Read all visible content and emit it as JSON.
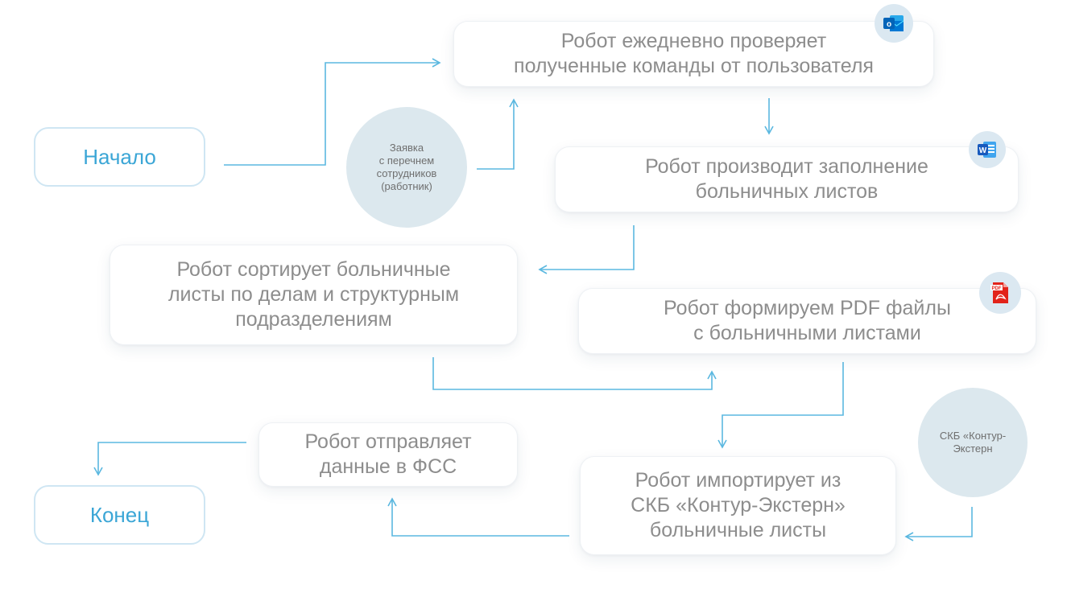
{
  "nodes": {
    "start": "Начало",
    "end": "Конец",
    "step_check": "Робот ежедневно проверяет\nполученные команды от пользователя",
    "step_fill": "Робот производит заполнение\nбольничных листов",
    "step_sort": "Робот сортирует больничные\nлисты по делам и структурным\nподразделениям",
    "step_pdf": "Робот формируем PDF файлы\nс больничными листами",
    "step_import": "Робот импортирует из\nСКБ «Контур-Экстерн»\nбольничные листы",
    "step_send": "Робот отправляет\nданные в ФСС"
  },
  "inputs": {
    "request": "Заявка\nс перечнем\nсотрудников\n(работник)",
    "skb": "СКБ «Контур-\nЭкстерн"
  },
  "icons": {
    "outlook": "outlook-icon",
    "word": "word-icon",
    "pdf": "pdf-icon",
    "outlook_letter": "o",
    "word_letter": "W",
    "pdf_label": "PDF"
  },
  "colors": {
    "arrow": "#5bb8e0",
    "accent_text": "#3ba6d6",
    "step_text": "#8d8d8d",
    "circle_fill": "#dce8ee"
  }
}
